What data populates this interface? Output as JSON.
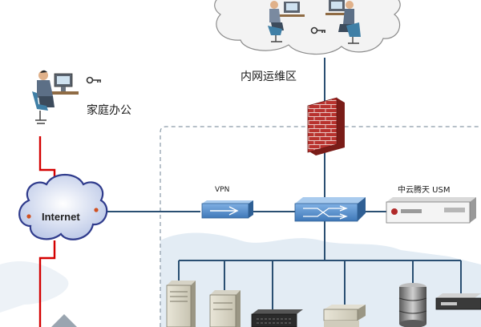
{
  "labels": {
    "home_office": "家庭办公",
    "ops_zone": "内网运维区",
    "internet": "Internet",
    "vpn": "VPN",
    "usm": "中云腾天  USM"
  },
  "colors": {
    "wan_link": "#d40000",
    "lan_link": "#2a4f72",
    "firewall": "#b8322e",
    "device_blue": "#4a86c8",
    "zone_border": "#8a9aa8",
    "cloud_fill": "#f3f3f3",
    "internet_cloud": "#cfd8ef"
  },
  "icons": {
    "home_user": "person-at-desk-icon",
    "ops_users": "people-at-desks-icon",
    "key": "key-icon",
    "firewall": "firewall-icon",
    "vpn": "vpn-gateway-icon",
    "switch": "network-switch-icon",
    "usm": "usm-appliance-icon",
    "servers": "server-icon",
    "storage": "storage-icon"
  }
}
